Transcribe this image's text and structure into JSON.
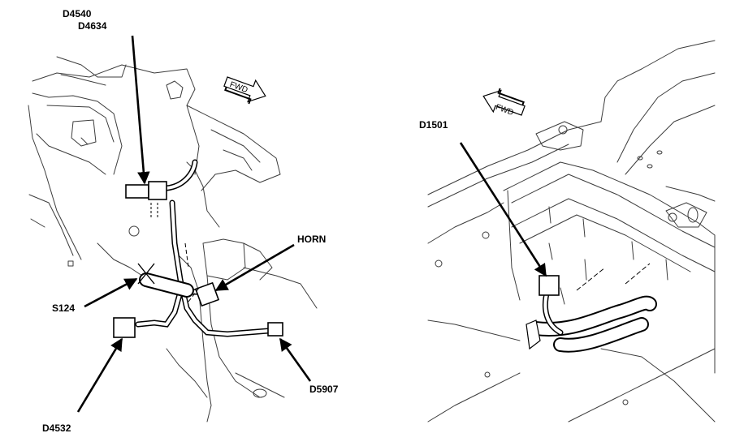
{
  "left_view": {
    "callouts": {
      "d4540": "D4540",
      "d4634": "D4634",
      "horn": "HORN",
      "s124": "S124",
      "d5907": "D5907",
      "d4532": "D4532"
    },
    "direction_indicator": {
      "label": "FWD",
      "icon": "forward-arrow-icon"
    }
  },
  "right_view": {
    "callouts": {
      "d1501": "D1501"
    },
    "direction_indicator": {
      "label": "FWD",
      "icon": "forward-arrow-icon"
    }
  },
  "colors": {
    "ink": "#000000",
    "linework": "#3c3c3c",
    "background": "#ffffff"
  }
}
